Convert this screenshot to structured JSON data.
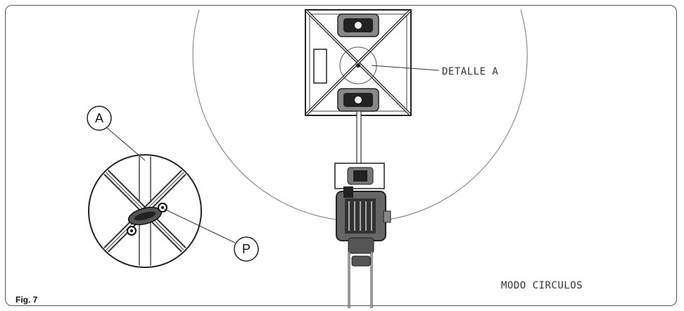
{
  "figure": {
    "label": "Fig. 7",
    "mode_text": "MODO CIRCULOS",
    "detail_label": "DETALLE A",
    "callouts": {
      "a": "A",
      "p": "P"
    }
  }
}
